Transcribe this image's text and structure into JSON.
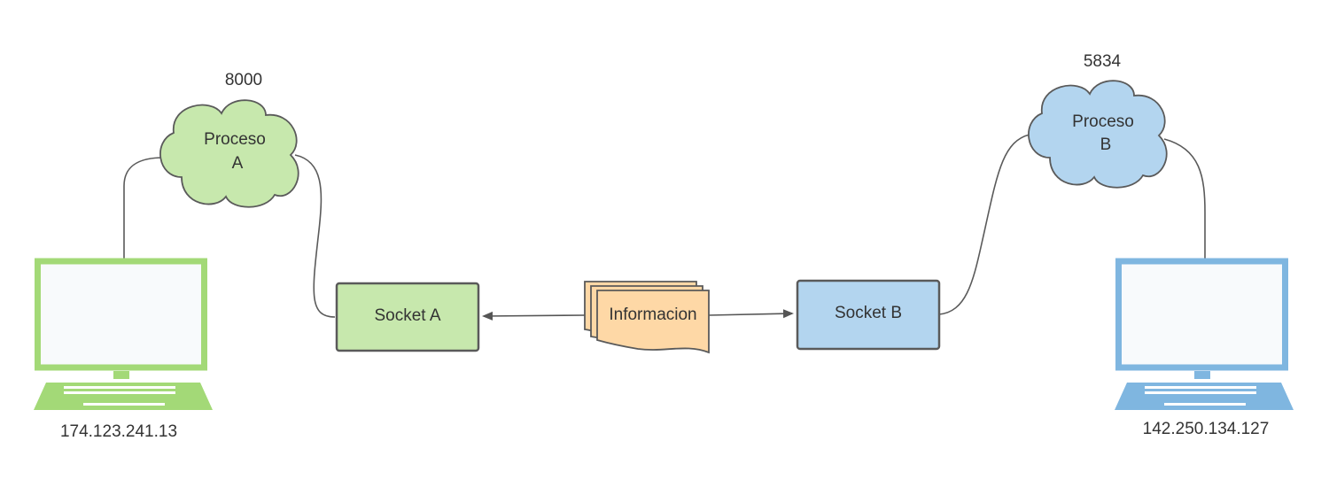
{
  "computer_a": {
    "ip": "174.123.241.13",
    "port": "8000",
    "process_line1": "Proceso",
    "process_line2": "A",
    "socket_label": "Socket A"
  },
  "computer_b": {
    "ip": "142.250.134.127",
    "port": "5834",
    "process_line1": "Proceso",
    "process_line2": "B",
    "socket_label": "Socket B"
  },
  "message": {
    "label": "Informacion"
  },
  "colors": {
    "green_fill": "#c7e8ad",
    "green_stroke": "#a3d977",
    "blue_fill": "#b3d5ef",
    "blue_stroke": "#7fb6e0",
    "orange_fill": "#fed8a6",
    "dark_stroke": "#5a5a5a",
    "screen_fill": "#f8fafc"
  }
}
